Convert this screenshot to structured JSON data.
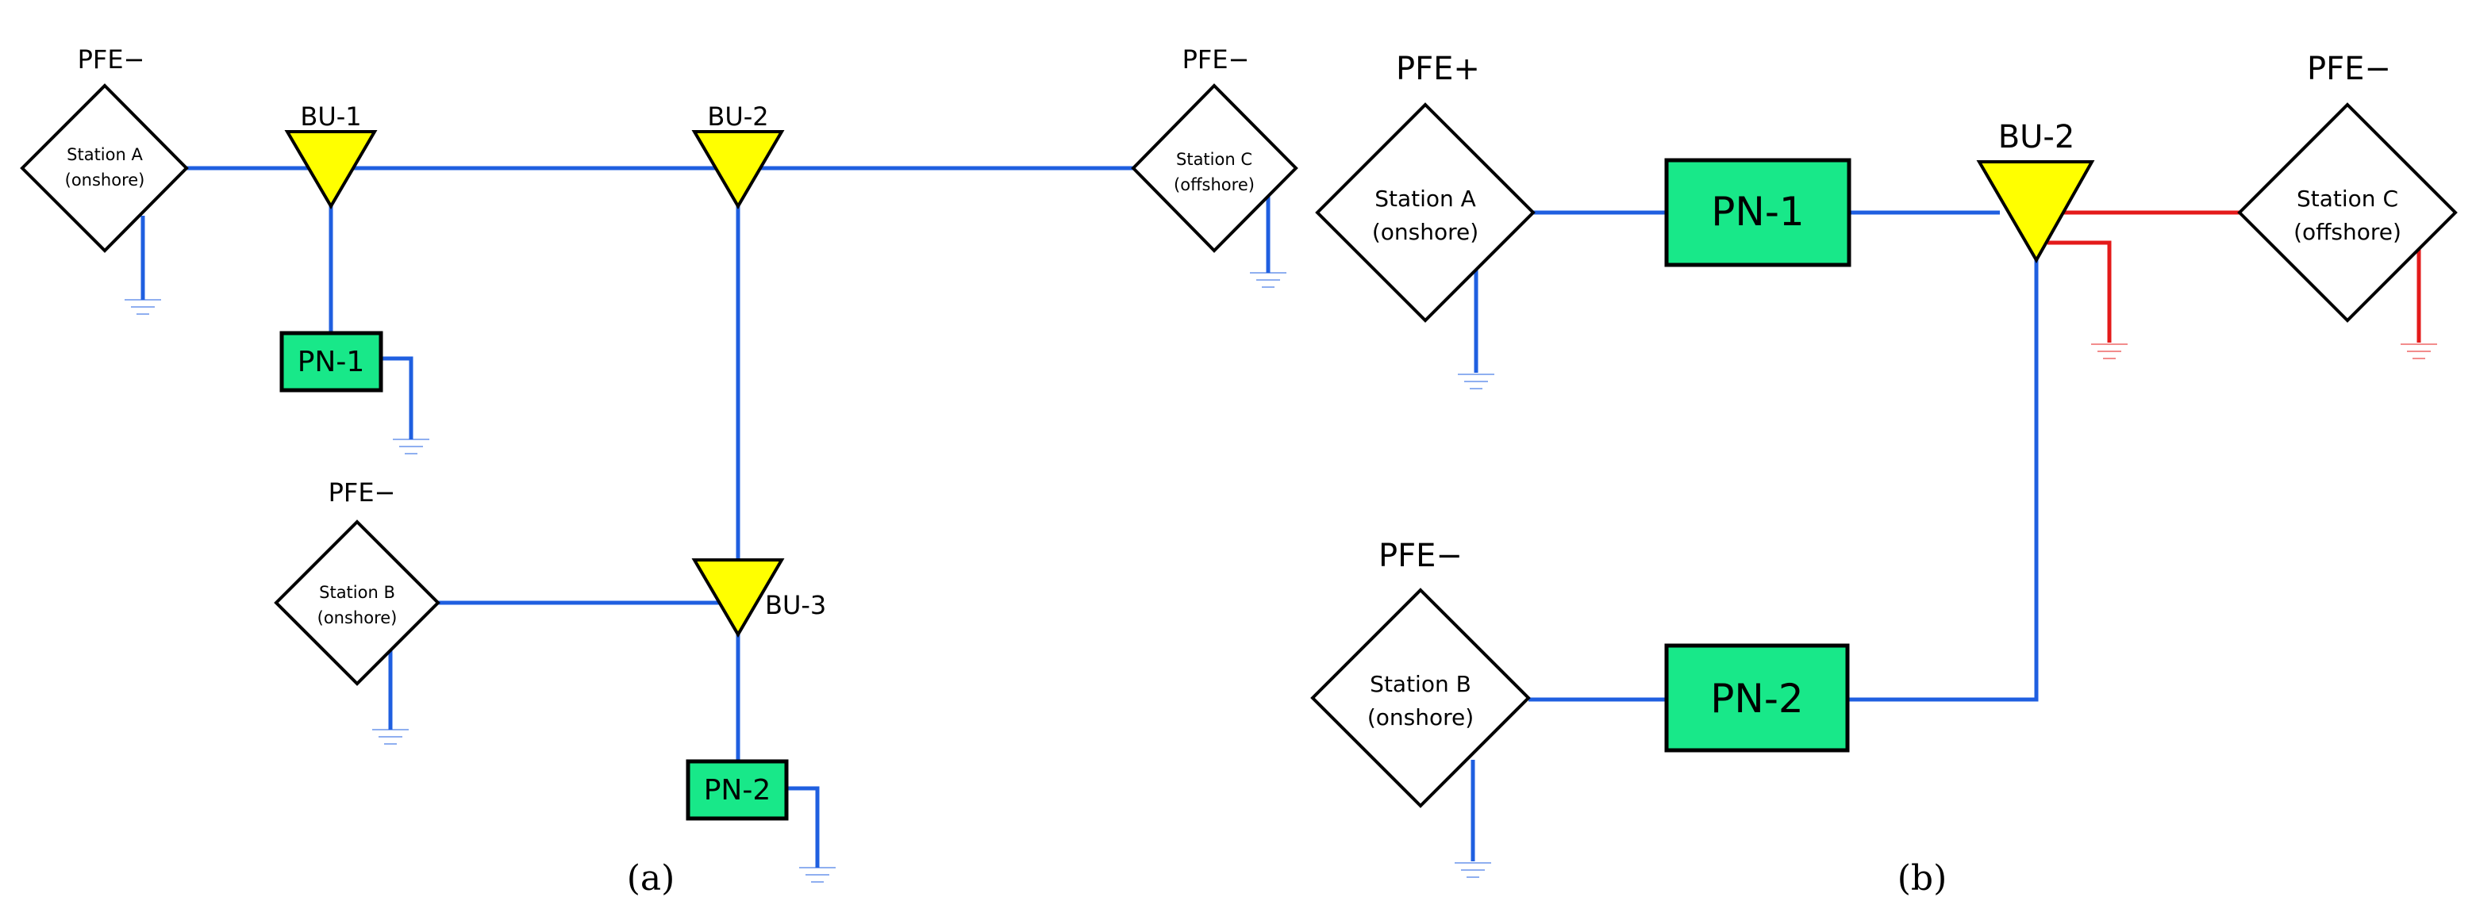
{
  "colors": {
    "wire_blue": "#1f5fe0",
    "wire_red": "#e41a1a",
    "bu_fill": "#ffff00",
    "pn_fill": "#18e889",
    "outline": "#000000"
  },
  "panel_a": {
    "caption": "(a)",
    "stations": {
      "a": {
        "pfe": "PFE−",
        "line1": "Station A",
        "line2": "(onshore)"
      },
      "b": {
        "pfe": "PFE−",
        "line1": "Station B",
        "line2": "(onshore)"
      },
      "c": {
        "pfe": "PFE−",
        "line1": "Station C",
        "line2": "(offshore)"
      }
    },
    "branching_units": {
      "bu1": "BU-1",
      "bu2": "BU-2",
      "bu3": "BU-3"
    },
    "power_nodes": {
      "pn1": "PN-1",
      "pn2": "PN-2"
    }
  },
  "panel_b": {
    "caption": "(b)",
    "stations": {
      "a": {
        "pfe": "PFE+",
        "line1": "Station A",
        "line2": "(onshore)"
      },
      "b": {
        "pfe": "PFE−",
        "line1": "Station B",
        "line2": "(onshore)"
      },
      "c": {
        "pfe": "PFE−",
        "line1": "Station C",
        "line2": "(offshore)"
      }
    },
    "branching_units": {
      "bu2": "BU-2"
    },
    "power_nodes": {
      "pn1": "PN-1",
      "pn2": "PN-2"
    }
  }
}
